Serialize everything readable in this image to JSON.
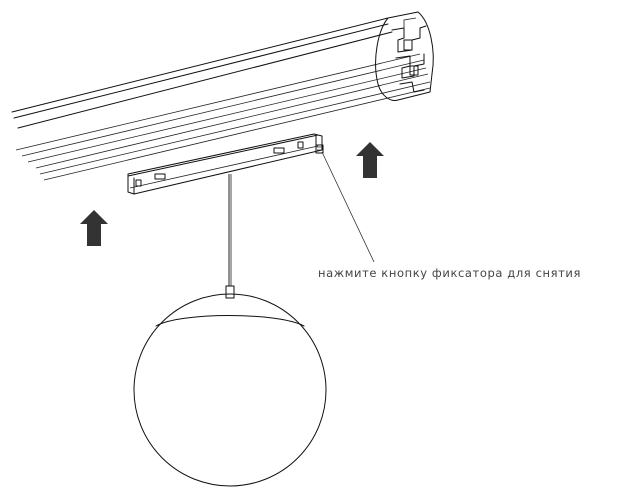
{
  "callout": {
    "text": "нажмите кнопку фиксатора для снятия"
  },
  "colors": {
    "ink": "#111111",
    "arrow": "#333333",
    "text": "#444444",
    "background": "#ffffff"
  },
  "icons": [
    "up-arrow-left",
    "up-arrow-right",
    "release-button"
  ]
}
